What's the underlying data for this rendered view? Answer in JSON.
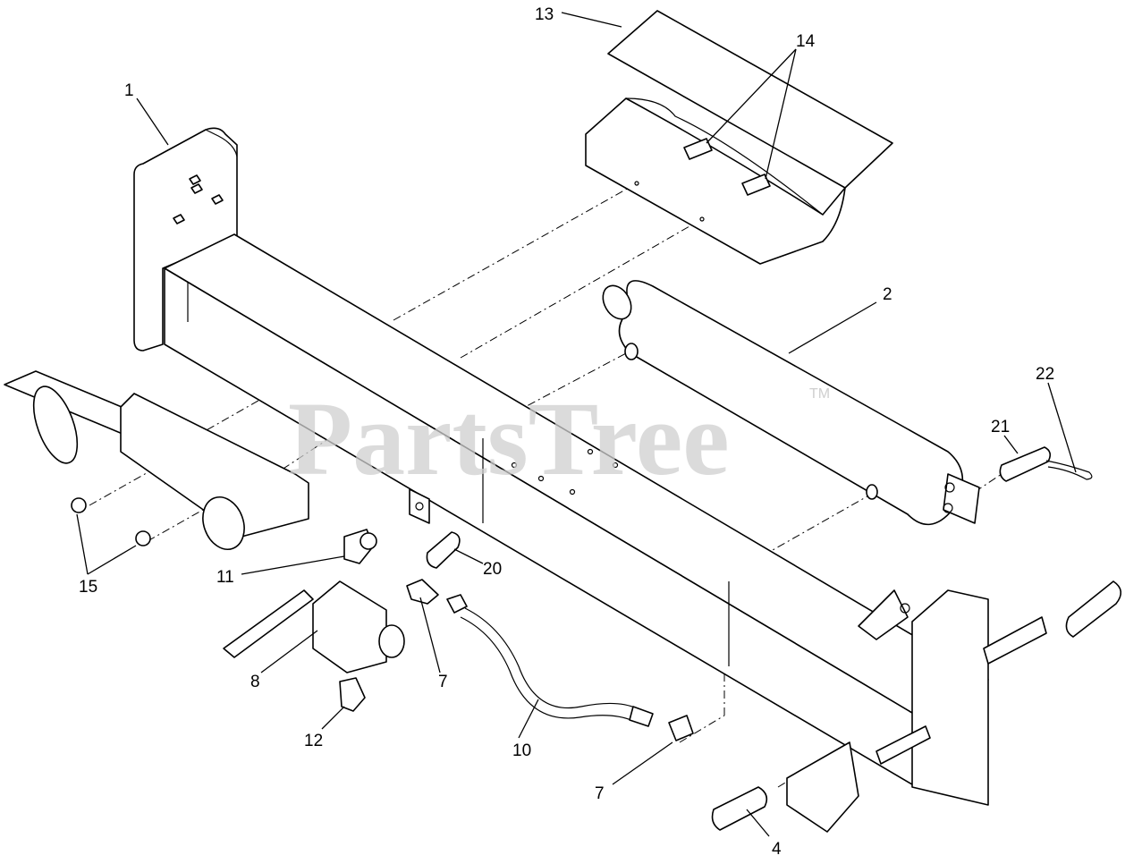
{
  "watermark": {
    "text": "PartsTree",
    "trademark": "TM"
  },
  "callouts": {
    "c1": "1",
    "c2": "2",
    "c4": "4",
    "c7a": "7",
    "c7b": "7",
    "c8": "8",
    "c10": "10",
    "c11": "11",
    "c12": "12",
    "c13": "13",
    "c14": "14",
    "c15": "15",
    "c20": "20",
    "c21": "21",
    "c22": "22"
  }
}
